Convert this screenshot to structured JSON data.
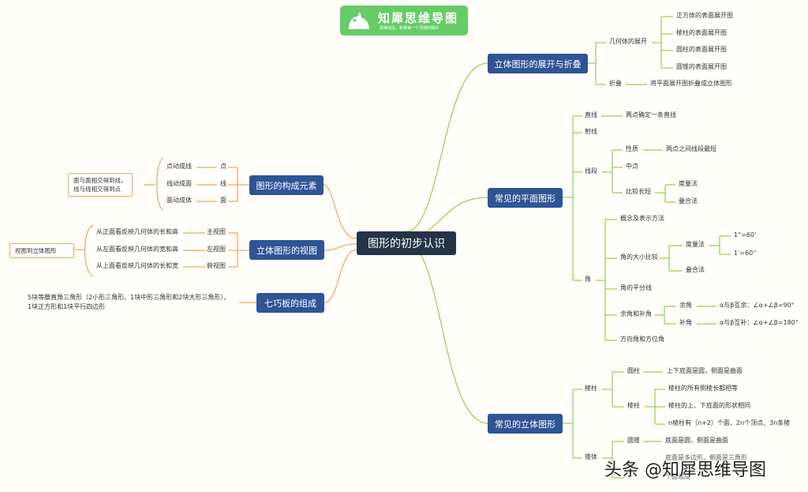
{
  "logo": {
    "name": "知犀思维导图",
    "subtitle": "思维创造，积累每一个灵感的瞬间",
    "icon": "rhino-icon",
    "color": "#66cc66"
  },
  "watermark": "头条 @知犀思维导图",
  "colors": {
    "root": "#253346",
    "topic": "#2f5496",
    "right_lines": "#92d050",
    "left_lines": "#f4a460"
  },
  "root": "图形的初步认识",
  "right": {
    "unfold": {
      "title": "立体图形的展开与折叠",
      "net": {
        "label": "几何体的展开",
        "items": [
          "正方体的表面展开图",
          "棱柱的表面展开图",
          "圆柱的表面展开图",
          "圆锥的表面展开图"
        ]
      },
      "fold": {
        "label": "折叠",
        "desc": "将平面展开图折叠成立体图形"
      }
    },
    "plane": {
      "title": "常见的平面图形",
      "line": {
        "label": "直线",
        "desc": "两点确定一条直线"
      },
      "ray": "射线",
      "segment": {
        "label": "线段",
        "prop": "性质",
        "prop_desc": "两点之间线段最短",
        "mid": "中点",
        "compare": "比较长短",
        "measure": "度量法",
        "overlap": "叠合法"
      },
      "angle": {
        "label": "角",
        "concept": "概念及表示方法",
        "size": "角的大小比较",
        "measure": "度量法",
        "deg": "1°=60'",
        "min": "1'=60''",
        "overlap": "叠合法",
        "bisector": "角的平分线",
        "comp": "余角和补角",
        "yu": "余角",
        "yu_desc": "α与β互余：∠α+∠β=90°",
        "bu": "补角",
        "bu_desc": "α与β互补：∠α+∠β=180°",
        "direction": "方向角和方位角"
      }
    },
    "solid": {
      "title": "常见的立体图形",
      "prism_group": "棱柱",
      "cylinder": "圆柱",
      "cylinder_desc": "上下底面是圆，侧面是曲面",
      "prism": "棱柱",
      "prism_items": [
        "棱柱的所有侧棱长都相等",
        "棱柱的上、下底面的形状相同",
        "n棱柱有（n+2）个面、2n个顶点、3n条棱"
      ],
      "cone_group": "锥体",
      "cone": "圆锥",
      "cone_desc": "底面是圆，侧面是曲面",
      "cone_hidden": "底面是多边形，侧面是三角形",
      "pyr_item": "个面组成"
    }
  },
  "left": {
    "elements": {
      "title": "图形的构成元素",
      "rows": [
        {
          "move": "点动成线",
          "el": "点"
        },
        {
          "move": "线动成面",
          "el": "线"
        },
        {
          "move": "面动成体",
          "el": "面"
        }
      ],
      "note": [
        "面与面相交得到线，",
        "线与线相交得到点"
      ]
    },
    "views": {
      "title": "立体图形的视图",
      "rows": [
        {
          "desc": "从正面看反映几何体的长和高",
          "name": "主视图"
        },
        {
          "desc": "从左面看反映几何体的宽和高",
          "name": "左视图"
        },
        {
          "desc": "从上面看反映几何体的长和宽",
          "name": "俯视图"
        }
      ],
      "note": "视图到立体图形"
    },
    "tangram": {
      "title": "七巧板的组成",
      "desc": [
        "5块等腰直角三角形（2小形三角形、1块中形三角形和2块大形三角形）、",
        "1块正方形和1块平行四边形"
      ]
    }
  }
}
